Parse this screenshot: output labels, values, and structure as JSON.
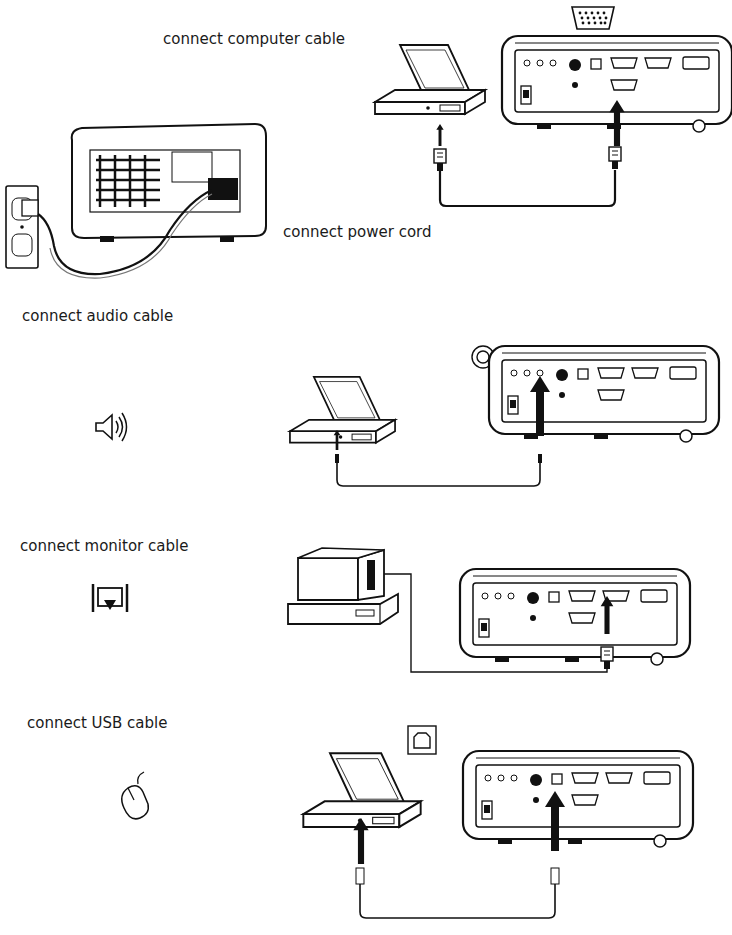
{
  "diagram": {
    "labels": [
      "connect computer cable",
      "connect power cord",
      "connect audio cable",
      "connect monitor cable",
      "connect USB cable"
    ]
  }
}
